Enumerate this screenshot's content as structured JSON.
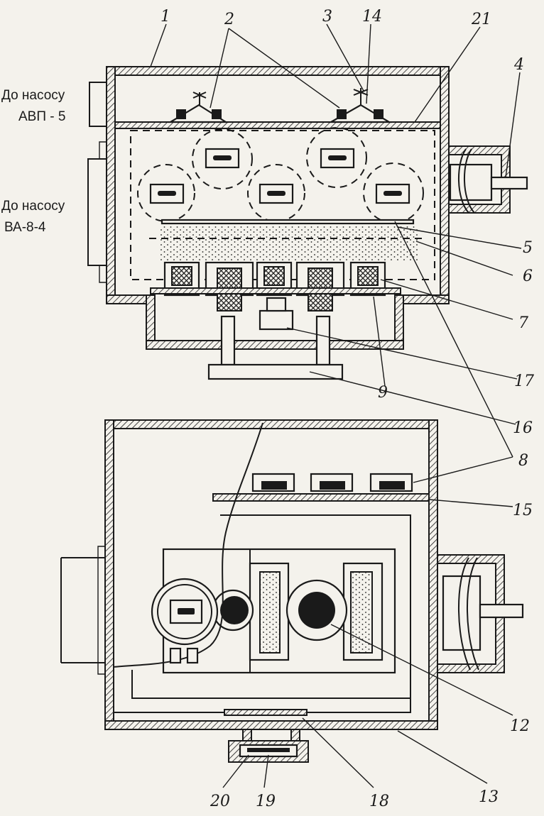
{
  "side_labels": {
    "pump_1_line1": "До насосу",
    "pump_1_line2": "АВП - 5",
    "pump_2_line1": "До насосу",
    "pump_2_line2": "ВА-8-4"
  },
  "callouts": {
    "n1": "1",
    "n2": "2",
    "n3": "3",
    "n14": "14",
    "n21": "21",
    "n4": "4",
    "n5": "5",
    "n6": "6",
    "n7": "7",
    "n17": "17",
    "n9": "9",
    "n16": "16",
    "n8": "8",
    "n15": "15",
    "n12": "12",
    "n20": "20",
    "n19": "19",
    "n18": "18",
    "n13": "13"
  }
}
